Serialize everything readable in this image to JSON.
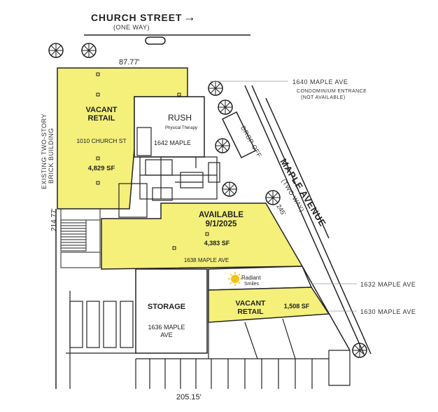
{
  "street": {
    "name": "CHURCH STREET",
    "arrow": "→",
    "note": "(ONE WAY)"
  },
  "dimensions": {
    "top": "87.77'",
    "left": "214.77'",
    "bottom": "205.15'",
    "diag": "245'"
  },
  "avenue": {
    "name": "MAPLE AVENUE",
    "note": "(TWO WAY)"
  },
  "neighbor": {
    "line1": "EXISTING TWO-STORY",
    "line2": "BRICK BUILDING"
  },
  "units": {
    "vacant_left": {
      "title1": "VACANT",
      "title2": "RETAIL",
      "address": "1010 CHURCH ST",
      "size": "4,829 SF"
    },
    "rush": {
      "brand": "RUSH",
      "sub": "Physical Therapy",
      "address": "1642 MAPLE"
    },
    "available": {
      "title1": "AVAILABLE",
      "title2": "9/1/2025",
      "size": "4,383 SF",
      "address": "1638 MAPLE AVE"
    },
    "radiant": {
      "line1": "Radiant",
      "line2": "Smiles"
    },
    "storage": {
      "title": "STORAGE",
      "address1": "1636 MAPLE",
      "address2": "AVE"
    },
    "vacant_right": {
      "title1": "VACANT",
      "title2": "RETAIL",
      "size": "1,508 SF"
    }
  },
  "callouts": {
    "maple_1640": "1640 MAPLE AVE",
    "condo1": "CONDOMINIUM ENTRANCE",
    "condo2": "(NOT AVAILABLE)",
    "maple_1632": "1632 MAPLE AVE",
    "maple_1630": "1630 MAPLE AVE",
    "dropoff": "DROP OFF"
  },
  "colors": {
    "highlight": "#f4f07a",
    "line": "#222222",
    "sun": "#f2c21b"
  }
}
